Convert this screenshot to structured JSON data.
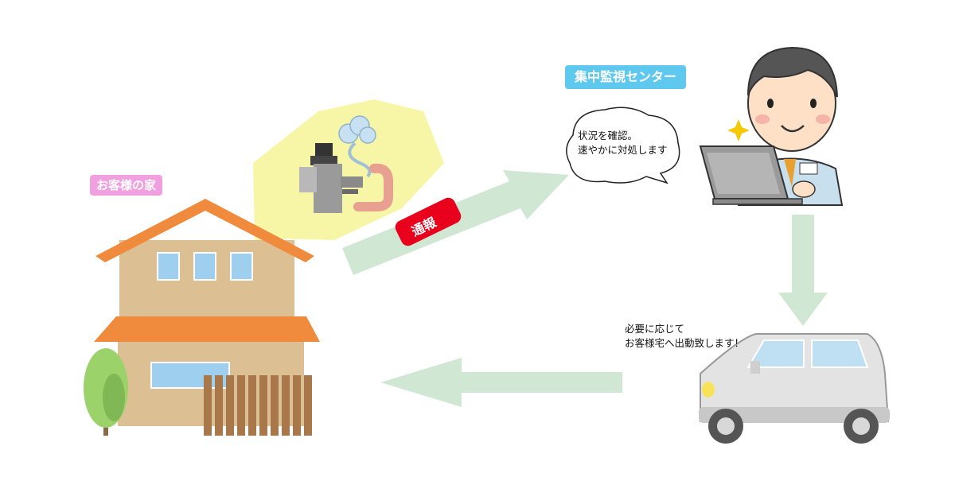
{
  "house_label": "お客様の家",
  "center_label": "集中監視センター",
  "center_speech": {
    "line1": "状況を確認。",
    "line2": "速やかに対処します"
  },
  "notify_badge": "通報",
  "dispatch_text": {
    "line1": "必要に応じて",
    "line2": "お客様宅へ出動致します！"
  },
  "colors": {
    "arrow": "#cfe7d3",
    "notify_badge": "#e8001c",
    "roof": "#f08a3c",
    "wall": "#dcbf92",
    "window": "#9fcfef",
    "speech_bubble": "#f7f6a6",
    "house_label_bg": "#f0a0e0",
    "center_label_bg": "#5fc8ee"
  },
  "icons": [
    "house-icon",
    "leaking-pipe-icon",
    "operator-icon",
    "laptop-icon",
    "car-icon",
    "tree-icon",
    "sparkle-icon"
  ]
}
